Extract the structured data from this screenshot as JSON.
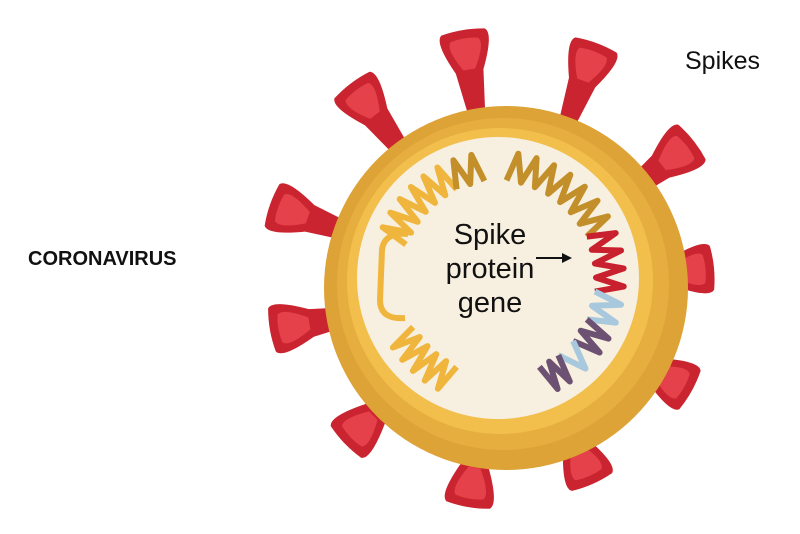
{
  "labels": {
    "title": "CORONAVIRUS",
    "spikes": "Spikes",
    "gene_line1": "Spike",
    "gene_line2": "protein",
    "gene_line3": "gene"
  },
  "colors": {
    "spike": "#c9242f",
    "spike_light": "#e4414a",
    "outer_ring": "#dda336",
    "middle_ring": "#e8b040",
    "inner_ring": "#f2bf4c",
    "core": "#f7efdf",
    "rna_yellow": "#f0b53c",
    "rna_gold": "#c38f2b",
    "rna_red": "#c8202e",
    "rna_blue": "#a8c8de",
    "rna_purple": "#6d5173"
  }
}
